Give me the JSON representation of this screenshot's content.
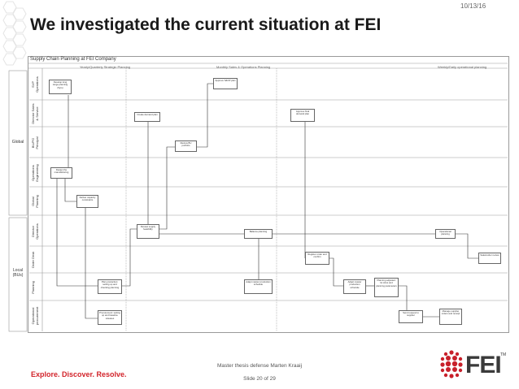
{
  "slide": {
    "date": "10/13/16",
    "title": "We investigated the current situation at FEI",
    "footer": "Master thesis defense Marten Kraaij",
    "slide_number": "Slide 20 of 29",
    "tagline": "Explore. Discover. Resolve.",
    "logo_text": "FEI",
    "logo_tm": "TM"
  },
  "diagram": {
    "title": "Supply Chain Planning at FEI Company",
    "phases": [
      "Yearly/Quarterly Strategic Planning",
      "Monthly Sales & Operations Planning",
      "Weekly/Daily operational planning"
    ],
    "scopes": [
      "Global",
      "Local (BUs)"
    ],
    "lanes": [
      "SVP Operations",
      "Director Sales & Service",
      "BU/PG Principal",
      "Operations Engineering",
      "Global Planning",
      "Director Operations",
      "Order Desk",
      "Planning",
      "Operational procurement"
    ],
    "tasks": [
      "Develop long range planning (5yrs)",
      "Approve S&OP plan",
      "Create demand plan",
      "Approve final demand plan",
      "Review BU portfolio",
      "Design the manufacturing",
      "Deliver capacity constraints",
      "Review supply feasibility",
      "Balance planning",
      "Operational planning",
      "Register order and confirm",
      "Sales/order review",
      "Plan production: setting up and checking planning",
      "Adapt master production schedule",
      "Adapt master production schedule",
      "Planning adjusted: lot sizes and planning parameters",
      "Procurement: setting up and baseline releases",
      "Send request to supplier",
      "Manage supplier orders and receipt"
    ]
  }
}
